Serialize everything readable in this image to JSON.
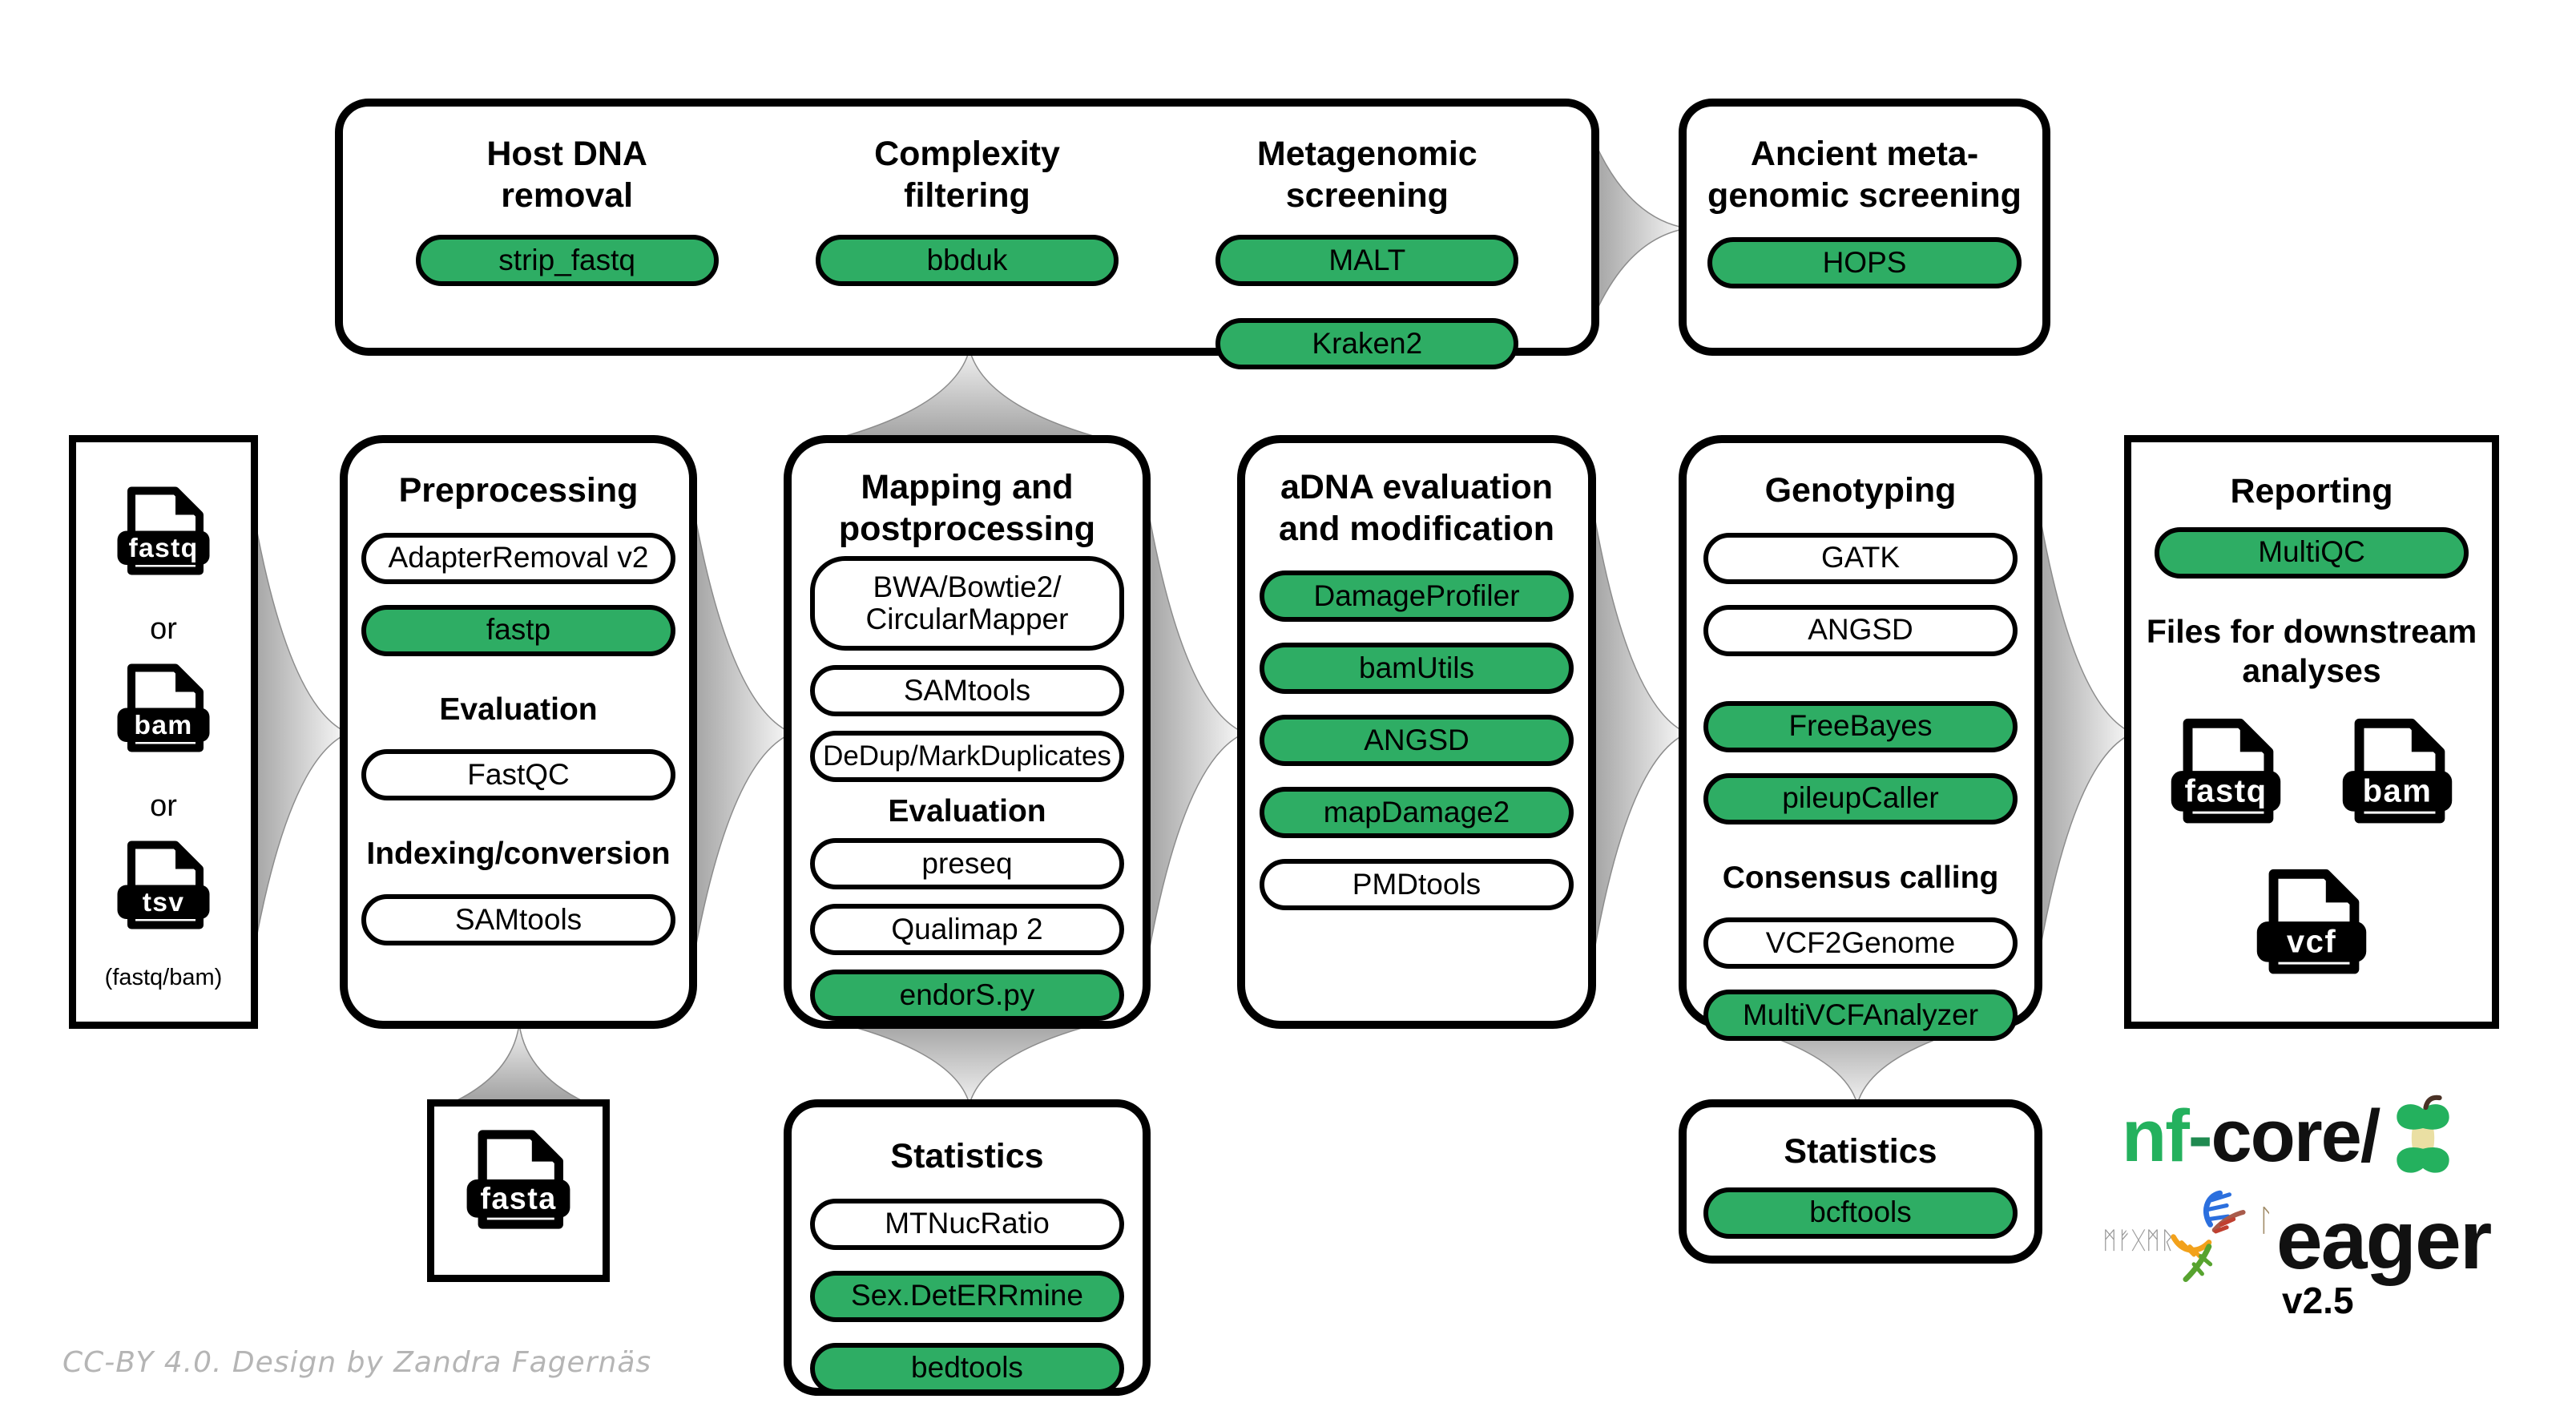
{
  "colors": {
    "tool_green": "#2EAD64",
    "box_border": "#000000",
    "arrow_gray": "#9C9C9C",
    "brand_green": "#24B15E",
    "footer_gray": "#B5B5B5"
  },
  "screening_box": {
    "columns": [
      {
        "title_line1": "Host DNA",
        "title_line2": "removal",
        "tools": [
          {
            "label": "strip_fastq",
            "green": true
          }
        ]
      },
      {
        "title_line1": "Complexity",
        "title_line2": "filtering",
        "tools": [
          {
            "label": "bbduk",
            "green": true
          }
        ]
      },
      {
        "title_line1": "Metagenomic",
        "title_line2": "screening",
        "tools": [
          {
            "label": "MALT",
            "green": true
          },
          {
            "label": "Kraken2",
            "green": true
          }
        ]
      }
    ]
  },
  "ancient_screening_box": {
    "title_line1": "Ancient meta-",
    "title_line2": "genomic screening",
    "tools": [
      {
        "label": "HOPS",
        "green": true
      }
    ]
  },
  "input_box": {
    "or_label": "or",
    "caption": "(fastq/bam)",
    "files": [
      {
        "label": "fastq"
      },
      {
        "label": "bam"
      },
      {
        "label": "tsv"
      }
    ]
  },
  "preprocessing_box": {
    "title": "Preprocessing",
    "sections": [
      {
        "tools": [
          {
            "label": "AdapterRemoval v2",
            "green": false
          },
          {
            "label": "fastp",
            "green": true
          }
        ]
      },
      {
        "heading": "Evaluation",
        "tools": [
          {
            "label": "FastQC",
            "green": false
          }
        ]
      },
      {
        "heading": "Indexing/conversion",
        "tools": [
          {
            "label": "SAMtools",
            "green": false
          }
        ]
      }
    ]
  },
  "mapping_box": {
    "title_line1": "Mapping and",
    "title_line2": "postprocessing",
    "sections": [
      {
        "tools": [
          {
            "label_line1": "BWA/Bowtie2/",
            "label_line2": "CircularMapper",
            "green": false
          },
          {
            "label": "SAMtools",
            "green": false
          },
          {
            "label": "DeDup/MarkDuplicates",
            "green": false
          }
        ]
      },
      {
        "heading": "Evaluation",
        "tools": [
          {
            "label": "preseq",
            "green": false
          },
          {
            "label": "Qualimap 2",
            "green": false
          },
          {
            "label": "endorS.py",
            "green": true
          }
        ]
      }
    ]
  },
  "adna_box": {
    "title_line1": "aDNA evaluation",
    "title_line2": "and modification",
    "tools": [
      {
        "label": "DamageProfiler",
        "green": true
      },
      {
        "label": "bamUtils",
        "green": true
      },
      {
        "label": "ANGSD",
        "green": true
      },
      {
        "label": "mapDamage2",
        "green": true
      },
      {
        "label": "PMDtools",
        "green": false
      }
    ]
  },
  "genotyping_box": {
    "title": "Genotyping",
    "group1_tools": [
      {
        "label": "GATK",
        "green": false
      },
      {
        "label": "ANGSD",
        "green": false
      }
    ],
    "group2_tools": [
      {
        "label": "FreeBayes",
        "green": true
      },
      {
        "label": "pileupCaller",
        "green": true
      }
    ],
    "consensus_heading": "Consensus calling",
    "consensus_tools": [
      {
        "label": "VCF2Genome",
        "green": false
      },
      {
        "label": "MultiVCFAnalyzer",
        "green": true
      }
    ]
  },
  "reporting_box": {
    "title": "Reporting",
    "tools": [
      {
        "label": "MultiQC",
        "green": true
      }
    ],
    "downstream_heading_line1": "Files for downstream",
    "downstream_heading_line2": "analyses",
    "files": [
      {
        "label": "fastq"
      },
      {
        "label": "bam"
      },
      {
        "label": "vcf"
      }
    ]
  },
  "fasta_box": {
    "files": [
      {
        "label": "fasta"
      }
    ]
  },
  "mapping_statistics_box": {
    "title": "Statistics",
    "tools": [
      {
        "label": "MTNucRatio",
        "green": false
      },
      {
        "label": "Sex.DetERRmine",
        "green": true
      },
      {
        "label": "bedtools",
        "green": true
      }
    ]
  },
  "genotyping_statistics_box": {
    "title": "Statistics",
    "tools": [
      {
        "label": "bcftools",
        "green": true
      }
    ]
  },
  "logo": {
    "brand_prefix": "nf",
    "brand_dash": "-",
    "brand_suffix": "core/",
    "pipeline_name": "eager",
    "version": "v2.5",
    "runes": "ᛗᚠᚷᛗᚱ",
    "rune_l": "ᛚ"
  },
  "footer": {
    "credit": "CC-BY 4.0. Design by Zandra Fagernäs"
  }
}
